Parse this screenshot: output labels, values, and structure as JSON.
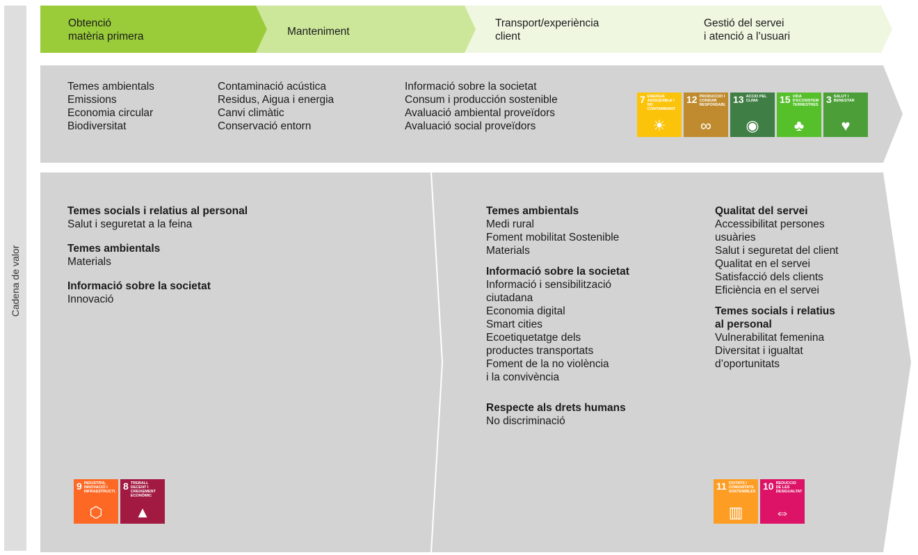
{
  "side_label": "Cadena de valor",
  "colors": {
    "step1": "#9acc3a",
    "step2": "#cce79a",
    "step3": "#e0f0c3",
    "step4": "#eff7e1",
    "panel": "#d3d3d4"
  },
  "steps": [
    {
      "label": "Obtenció\nmatèria primera"
    },
    {
      "label": "Manteniment"
    },
    {
      "label": "Transport/experiència\nclient"
    },
    {
      "label": "Gestió del servei\ni atenció a l’usuari"
    }
  ],
  "top_panel": {
    "col1": [
      "Temes ambientals",
      "Emissions",
      "Economia circular",
      "Biodiversitat"
    ],
    "col2": [
      "Contaminació acústica",
      "Residus, Aigua i energia",
      "Canvi climàtic",
      "Conservació entorn"
    ],
    "col3": [
      "Informació sobre la societat",
      "Consum i producción sostenible",
      "Avaluació ambiental proveïdors",
      "Avaluació social proveïdors"
    ],
    "sdgs": [
      {
        "num": "7",
        "name": "Energia assequible i no contaminant",
        "color": "#fcc30b",
        "icon": "sun-power-icon",
        "glyph": "☀"
      },
      {
        "num": "12",
        "name": "Producció i consum responsables",
        "color": "#bf8b2e",
        "icon": "infinity-icon",
        "glyph": "∞"
      },
      {
        "num": "13",
        "name": "Acció pel clima",
        "color": "#3f7e44",
        "icon": "eye-globe-icon",
        "glyph": "◉"
      },
      {
        "num": "15",
        "name": "Vida d'ecosistemes terrestres",
        "color": "#56c02b",
        "icon": "tree-icon",
        "glyph": "♣"
      },
      {
        "num": "3",
        "name": "Salut i benestar",
        "color": "#4c9f38",
        "icon": "heartbeat-icon",
        "glyph": "♥"
      }
    ]
  },
  "left_panel": {
    "sections": [
      {
        "title": "Temes socials i relatius al personal",
        "items": [
          "Salut i seguretat a la feina"
        ]
      },
      {
        "title": "Temes ambientals",
        "items": [
          "Materials"
        ]
      },
      {
        "title": "Informació sobre la societat",
        "items": [
          "Innovació"
        ]
      }
    ],
    "sdgs": [
      {
        "num": "9",
        "name": "Indústria, innovació i infraestructura",
        "color": "#fd6925",
        "icon": "cubes-icon",
        "glyph": "⬡"
      },
      {
        "num": "8",
        "name": "Treball decent i creixement econòmic",
        "color": "#a21942",
        "icon": "growth-chart-icon",
        "glyph": "▲"
      }
    ]
  },
  "mid_panel": {
    "sections": [
      {
        "title": "Temes ambientals",
        "items": [
          "Medi rural",
          "Foment mobilitat Sostenible",
          "Materials"
        ]
      },
      {
        "title": "Informació sobre la societat",
        "items": [
          "Informació i sensibilització",
          "ciutadana",
          "Economia digital",
          "Smart cities",
          "Ecoetiquetatge dels",
          "productes transportats",
          "Foment de la no violència",
          "i la convivència"
        ]
      },
      {
        "title": "Respecte als drets humans",
        "items": [
          "No discriminació"
        ]
      }
    ]
  },
  "right_panel": {
    "sections": [
      {
        "title": "Qualitat del servei",
        "items": [
          "Accessibilitat persones",
          "usuàries",
          "Salut i seguretat del client",
          "Qualitat en el servei",
          "Satisfacció dels clients",
          "Eficiència en el servei"
        ]
      },
      {
        "title_lines": [
          "Temes socials i relatius",
          "al personal"
        ],
        "items": [
          "Vulnerabilitat femenina",
          "Diversitat i igualtat",
          "d’oportunitats"
        ]
      }
    ],
    "sdgs": [
      {
        "num": "11",
        "name": "Ciutats i comunitats sostenibles",
        "color": "#fd9d24",
        "icon": "city-icon",
        "glyph": "▥"
      },
      {
        "num": "10",
        "name": "Reducció de les desigualtats",
        "color": "#dd1367",
        "icon": "equality-arrows-icon",
        "glyph": "⇔"
      }
    ]
  }
}
